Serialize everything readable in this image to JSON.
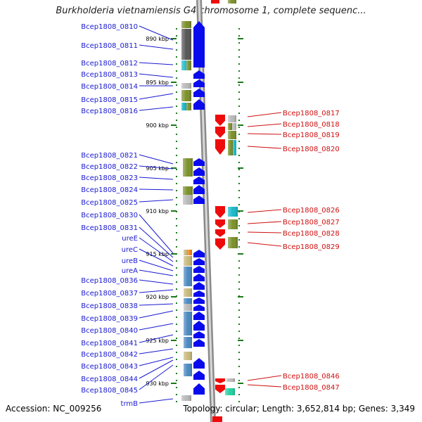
{
  "title": "Burkholderia vietnamiensis G4 chromosome 1, complete sequenc...",
  "footer": {
    "accession": "Accession: NC_009256",
    "topology": "Topology: circular; Length: 3,652,814 bp; Genes: 3,349"
  },
  "colors": {
    "left_label": "#1a1ad0",
    "right_label": "#d01010",
    "forward_strand": "#0a0aee",
    "reverse_strand": "#ee0b0b",
    "axis": "#909090",
    "tick": "#1a7a1a",
    "box_olive": "#7b8f2a",
    "box_cyan": "#18b8c8",
    "box_gray": "#b8b8b8",
    "box_tan": "#c8b87a",
    "box_blue": "#4a88c0",
    "box_orange": "#f08010",
    "box_dark": "#555555",
    "box_teal": "#20d0a0"
  },
  "kbp_marks": [
    "890 kbp",
    "895 kbp",
    "900 kbp",
    "905 kbp",
    "910 kbp",
    "915 kbp",
    "920 kbp",
    "925 kbp",
    "930 kbp"
  ],
  "left_genes": [
    "Bcep1808_0810",
    "Bcep1808_0811",
    "Bcep1808_0812",
    "Bcep1808_0813",
    "Bcep1808_0814",
    "Bcep1808_0815",
    "Bcep1808_0816",
    "Bcep1808_0821",
    "Bcep1808_0822",
    "Bcep1808_0823",
    "Bcep1808_0824",
    "Bcep1808_0825",
    "Bcep1808_0830",
    "Bcep1808_0831",
    "ureE",
    "ureC",
    "ureB",
    "ureA",
    "Bcep1808_0836",
    "Bcep1808_0837",
    "Bcep1808_0838",
    "Bcep1808_0839",
    "Bcep1808_0840",
    "Bcep1808_0841",
    "Bcep1808_0842",
    "Bcep1808_0843",
    "Bcep1808_0844",
    "Bcep1808_0845",
    "trmB"
  ],
  "right_genes": [
    "Bcep1808_0817",
    "Bcep1808_0818",
    "Bcep1808_0819",
    "Bcep1808_0820",
    "Bcep1808_0826",
    "Bcep1808_0827",
    "Bcep1808_0828",
    "Bcep1808_0829",
    "Bcep1808_0846",
    "Bcep1808_0847"
  ]
}
